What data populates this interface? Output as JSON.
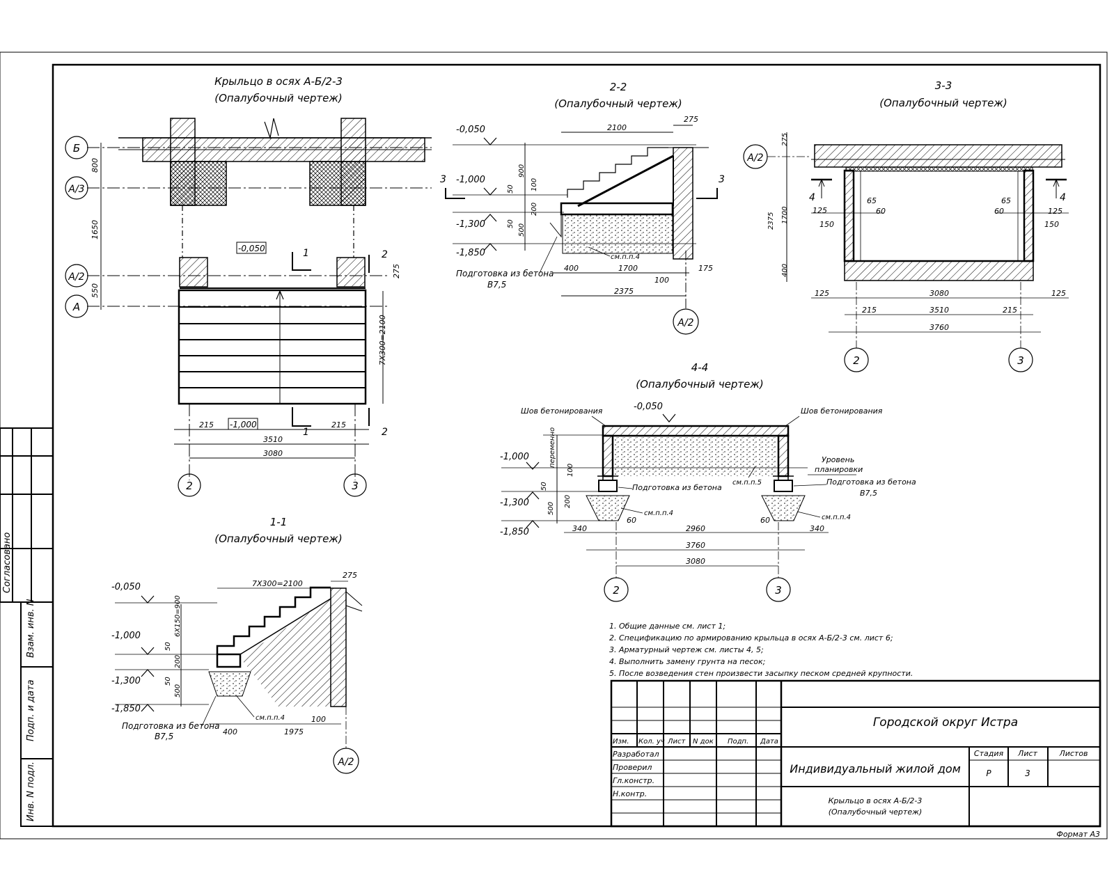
{
  "sheet": {
    "format_label": "Формат А3",
    "sidebar": {
      "agreed": "Согласовано",
      "vzam": "Взам. инв. N",
      "podp": "Подп. и дата",
      "inv": "Инв. N подл."
    }
  },
  "views": {
    "plan": {
      "title": "Крыльцо в осях А-Б/2-3",
      "subtitle": "(Опалубочный чертеж)",
      "axes": {
        "b": "Б",
        "a3": "А/3",
        "a2": "А/2",
        "a": "А",
        "ax2": "2",
        "ax3": "3"
      },
      "dims": {
        "d800": "800",
        "d1650": "1650",
        "d550": "550",
        "d275": "275",
        "steps": "7Х300=2100",
        "d215a": "215",
        "d215b": "215",
        "d3510": "3510",
        "d3080": "3080"
      },
      "levels": {
        "top": "-0,050",
        "bottom": "-1,000"
      },
      "cut_marks": {
        "c1": "1",
        "c2": "2"
      }
    },
    "s22": {
      "title": "2-2",
      "subtitle": "(Опалубочный чертеж)",
      "levels": [
        "-0,050",
        "-1,000",
        "-1,300",
        "-1,850"
      ],
      "dims": {
        "d2100": "2100",
        "d275": "275",
        "d900": "900",
        "d50": "50",
        "d100": "100",
        "d200": "200",
        "d50b": "50",
        "d500": "500",
        "d400": "400",
        "d1700": "1700",
        "d175": "175",
        "d100b": "100",
        "d2375": "2375"
      },
      "notes": {
        "smpp4": "см.п.п.4",
        "prep": "Подготовка из бетона",
        "prep_cls": "В7,5"
      },
      "axis": "А/2",
      "cut": "3"
    },
    "s33": {
      "title": "3-3",
      "subtitle": "(Опалубочный чертеж)",
      "axis_left": "А/2",
      "cut": "4",
      "dims": {
        "d275": "275",
        "d2375": "2375",
        "d1700": "1700",
        "d400": "400",
        "d125l": "125",
        "d65l": "65",
        "d60l": "60",
        "d150l": "150",
        "d65r": "65",
        "d60r": "60",
        "d125r": "125",
        "d150r": "150",
        "b125l": "125",
        "d3080": "3080",
        "b125r": "125",
        "d215l": "215",
        "d3510": "3510",
        "d215r": "215",
        "d3760": "3760"
      },
      "axes": {
        "ax2": "2",
        "ax3": "3"
      }
    },
    "s44": {
      "title": "4-4",
      "subtitle": "(Опалубочный чертеж)",
      "levels": [
        "-0,050",
        "-1,000",
        "-1,300",
        "-1,850"
      ],
      "notes": {
        "seam_l": "Шов бетонирования",
        "seam_r": "Шов бетонирования",
        "variable": "переменно",
        "plan_level_1": "Уровень",
        "plan_level_2": "планировки",
        "prep_l": "Подготовка из бетона",
        "prep_r": "Подготовка из бетона",
        "prep_cls_r": "В7,5",
        "smpp5": "см.п.п.5",
        "smpp4l": "см.п.п.4",
        "smpp4r": "см.п.п.4"
      },
      "dims": {
        "d100": "100",
        "d50": "50",
        "d200": "200",
        "d500": "500",
        "d340l": "340",
        "d60l": "60",
        "d2960": "2960",
        "d60r": "60",
        "d340r": "340",
        "d3760": "3760",
        "d3080": "3080"
      },
      "axes": {
        "ax2": "2",
        "ax3": "3"
      }
    },
    "s11": {
      "title": "1-1",
      "subtitle": "(Опалубочный чертеж)",
      "levels": [
        "-0,050",
        "-1,000",
        "-1,300",
        "-1,850"
      ],
      "dims": {
        "steps": "7Х300=2100",
        "d275": "275",
        "rise": "6Х150=900",
        "d50": "50",
        "d200": "200",
        "d50b": "50",
        "d500": "500",
        "d400": "400",
        "d1975": "1975",
        "d100": "100"
      },
      "notes": {
        "smpp4": "см.п.п.4",
        "prep": "Подготовка из бетона",
        "prep_cls": "В7,5"
      },
      "axis": "А/2"
    }
  },
  "general_notes": [
    "1.   Общие данные см. лист 1;",
    "2.   Спецификацию по армированию крыльца в осях А-Б/2-3   см. лист 6;",
    "3.   Арматурный чертеж см. листы 4, 5;",
    "4.   Выполнить замену грунта на песок;",
    "5.   После возведения стен произвести засыпку песком средней крупности."
  ],
  "title_block": {
    "headers": [
      "Изм.",
      "Кол. уч",
      "Лист",
      "N док",
      "Подп.",
      "Дата"
    ],
    "roles": [
      "Разработал",
      "Проверил",
      "Гл.констр.",
      "Н.контр."
    ],
    "organization": "Городской округ Истра",
    "project": "Индивидуальный жилой дом",
    "sheet_title_1": "Крыльцо в осях А-Б/2-3",
    "sheet_title_2": "(Опалубочный чертеж)",
    "col_stage": "Стадия",
    "col_sheet": "Лист",
    "col_sheets": "Листов",
    "stage": "Р",
    "sheet_no": "3"
  }
}
